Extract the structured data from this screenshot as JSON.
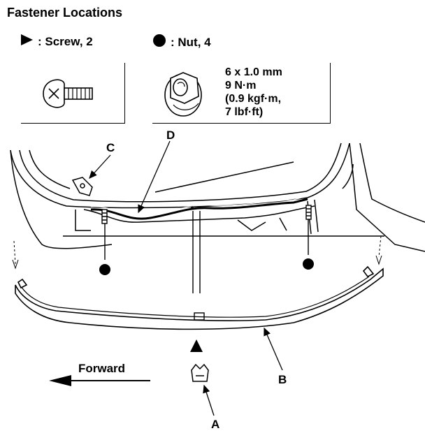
{
  "title": "Fastener Locations",
  "legend": {
    "screw": {
      "label": ": Screw, 2",
      "icon": "triangle-screw-icon"
    },
    "nut": {
      "label": ": Nut, 4",
      "icon": "dot-nut-icon"
    }
  },
  "nut_spec": {
    "size": "6 x 1.0 mm",
    "torque_nm": "9 N·m",
    "torque_kgf": "(0.9 kgf·m,",
    "torque_lbf": "7 lbf·ft)"
  },
  "callouts": {
    "a": "A",
    "b": "B",
    "c": "C",
    "d": "D"
  },
  "direction": {
    "label": "Forward"
  }
}
